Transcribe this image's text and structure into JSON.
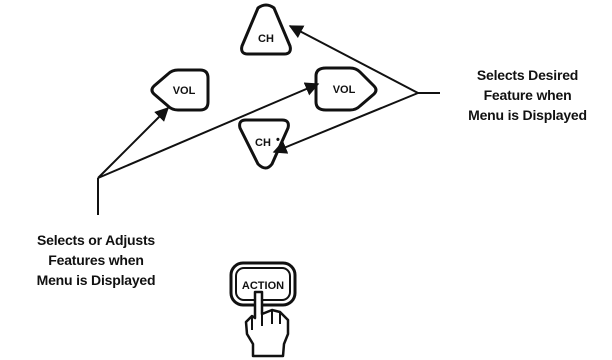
{
  "buttons": {
    "ch_up": "CH",
    "vol_left": "VOL",
    "vol_right": "VOL",
    "ch_down": "CH",
    "action": "ACTION"
  },
  "captions": {
    "right": [
      "Selects Desired",
      "Feature when",
      "Menu is Displayed"
    ],
    "left": [
      "Selects or Adjusts",
      "Features when",
      "Menu is Displayed"
    ]
  }
}
